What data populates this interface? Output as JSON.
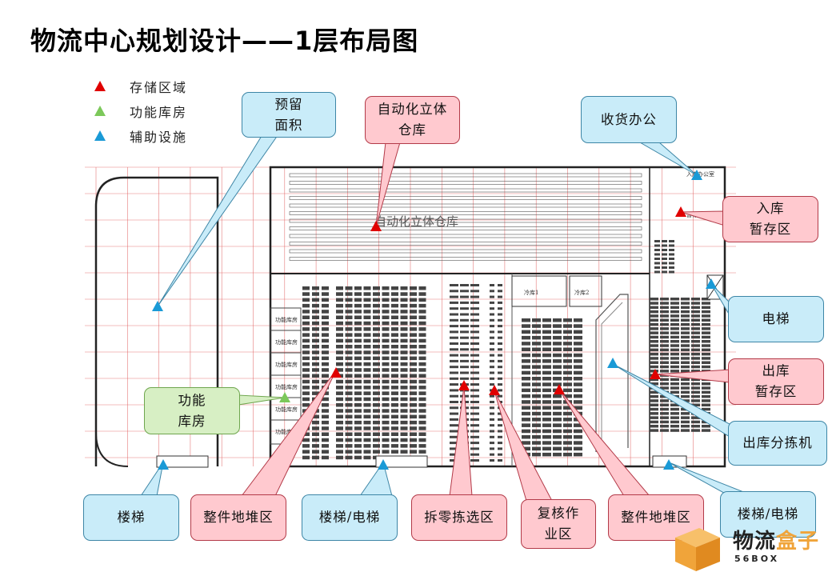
{
  "title": "物流中心规划设计——1层布局图",
  "legend": [
    {
      "label": "存储区域",
      "color": "#e00000"
    },
    {
      "label": "功能库房",
      "color": "#7cc85a"
    },
    {
      "label": "辅助设施",
      "color": "#1a9ad6"
    }
  ],
  "plan_labels": {
    "asrs": "自动化立体仓库",
    "cold1": "冷库1",
    "cold2": "冷库2",
    "func_room": "功能库房",
    "receiving_office": "入库办公室",
    "temp_area": "暂存区"
  },
  "callouts": {
    "reserved_area": "预留\n面积",
    "asrs": "自动化立体\n仓库",
    "receiving_office": "收货办公",
    "inbound_staging": "入库\n暂存区",
    "elevator": "电梯",
    "outbound_staging": "出库\n暂存区",
    "outbound_sorter": "出库分拣机",
    "functional_storage": "功能\n库房",
    "stairs": "楼梯",
    "pallet_floor_left": "整件地堆区",
    "stairs_elevator_mid": "楼梯/电梯",
    "piece_picking": "拆零拣选区",
    "review_area": "复核作\n业区",
    "pallet_floor_right": "整件地堆区",
    "stairs_elevator_right": "楼梯/电梯"
  },
  "colors": {
    "red": "#e00000",
    "green": "#7cc85a",
    "blue": "#1a9ad6",
    "grid": "#e05a5a",
    "wall": "#222222",
    "watermark_accent": "#f0a43a"
  },
  "watermark": {
    "text_main": "物流",
    "text_accent": "盒子",
    "text_sub": "56BOX"
  }
}
